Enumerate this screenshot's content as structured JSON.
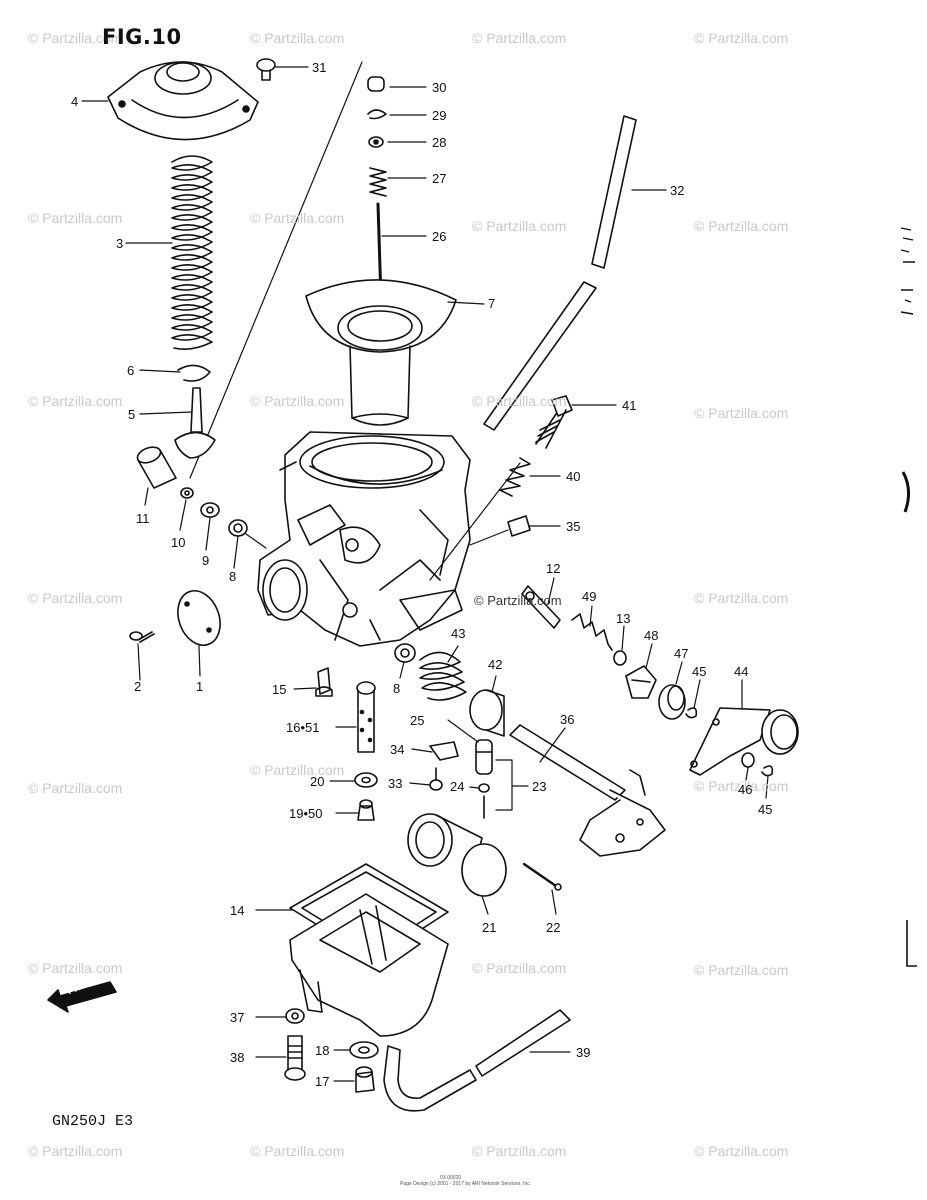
{
  "figure": {
    "title": "FIG.10",
    "model": "GN250J  E3",
    "watermark": "© Partzilla.com",
    "center_watermark": "© Partzilla.com",
    "fwd_label": "FWD",
    "footer_code": "03-00020",
    "footer_copyright": "Page Design (c) 2001 - 2017 by ARI Network Services, Inc."
  },
  "callouts": [
    "1",
    "2",
    "3",
    "4",
    "5",
    "6",
    "7",
    "8",
    "8",
    "9",
    "10",
    "11",
    "12",
    "13",
    "14",
    "15",
    "16•51",
    "17",
    "18",
    "19•50",
    "20",
    "21",
    "22",
    "23",
    "24",
    "25",
    "26",
    "27",
    "28",
    "29",
    "30",
    "31",
    "32",
    "33",
    "34",
    "35",
    "36",
    "37",
    "38",
    "39",
    "40",
    "41",
    "42",
    "43",
    "44",
    "45",
    "45",
    "46",
    "47",
    "48",
    "49"
  ]
}
